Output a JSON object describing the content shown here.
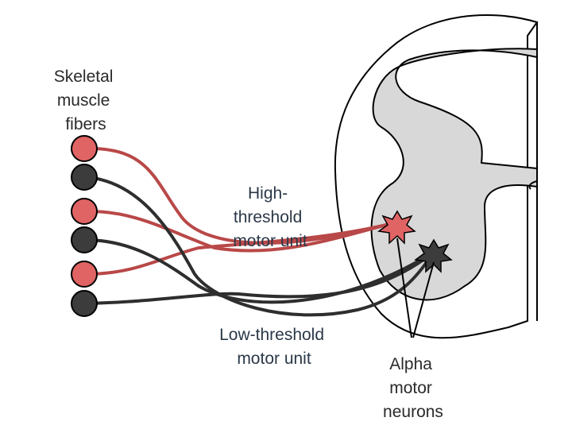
{
  "labels": {
    "muscle_fibers": [
      "Skeletal",
      "muscle",
      "fibers"
    ],
    "high_threshold": [
      "High-",
      "threshold",
      "motor unit"
    ],
    "low_threshold": [
      "Low-threshold",
      "motor unit"
    ],
    "alpha": [
      "Alpha",
      "motor",
      "neurons"
    ]
  },
  "colors": {
    "red_fiber": "#e06464",
    "red_axon": "#b94848",
    "dark_fiber": "#3c3c3c",
    "dark_axon": "#2e2e2e",
    "gray_matter": "#d8d8d8",
    "outline": "#000000"
  }
}
